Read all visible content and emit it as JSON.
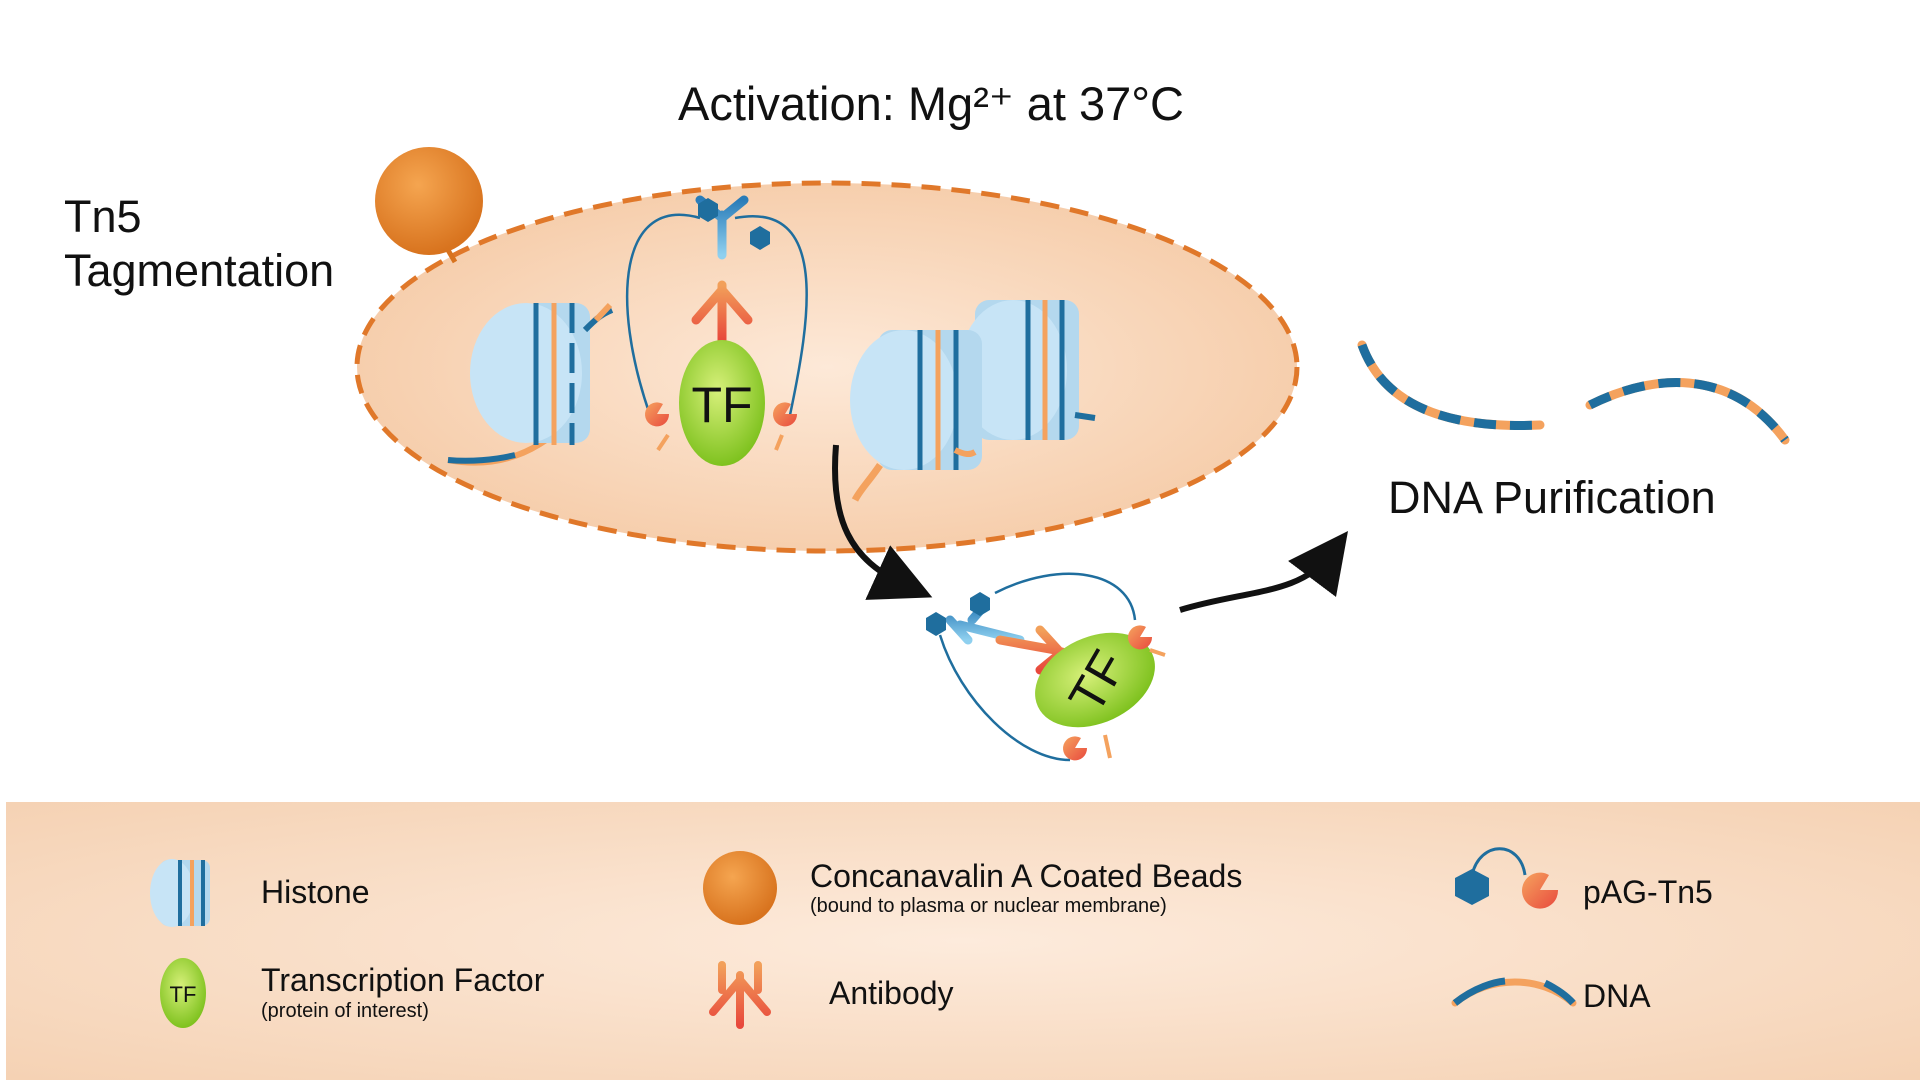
{
  "title": "Activation: Mg²⁺ at 37°C",
  "step_label": "Tn5 Tagmentation",
  "purification_label": "DNA Purification",
  "tf_label": "TF",
  "colors": {
    "cell": "#f6cfae",
    "cell_border": "#e0782a",
    "histone": "#c7e4f6",
    "dna_blue": "#1f6e9e",
    "dna_orange": "#f4a25e",
    "tf_green": "#8fcd2a",
    "bead": "#e8862f",
    "antibody_red": "#e8483c",
    "antibody_blue": "#5fb4dc",
    "legend_bg": "#f8dfc7"
  },
  "legend": {
    "histone": "Histone",
    "tf": "Transcription Factor",
    "tf_sub": "(protein of interest)",
    "tf_icon_label": "TF",
    "beads": "Concanavalin A Coated Beads",
    "beads_sub": "(bound to plasma or nuclear membrane)",
    "antibody": "Antibody",
    "pag": "pAG-Tn5",
    "dna": "DNA"
  }
}
